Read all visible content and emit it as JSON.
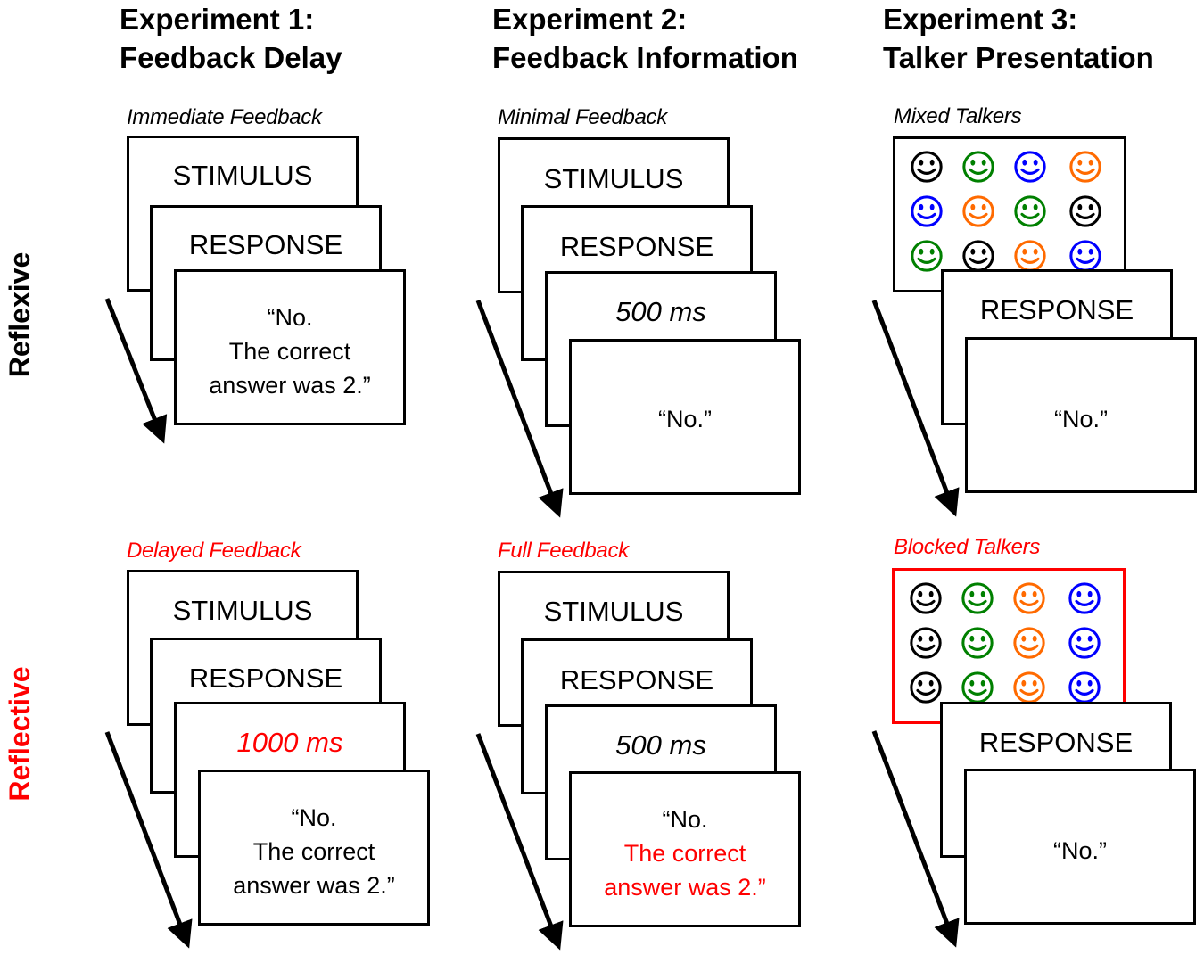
{
  "columns": [
    {
      "line1": "Experiment 1:",
      "line2": "Feedback Delay"
    },
    {
      "line1": "Experiment 2:",
      "line2": "Feedback Information"
    },
    {
      "line1": "Experiment 3:",
      "line2": "Talker Presentation"
    }
  ],
  "rows": {
    "reflexive": "Reflexive",
    "reflective": "Reflective"
  },
  "panels": {
    "e1_top": {
      "condition": "Immediate Feedback",
      "stimulus": "STIMULUS",
      "response": "RESPONSE",
      "fb1": "“No.",
      "fb2": "The correct",
      "fb3": "answer was 2.”"
    },
    "e1_bottom": {
      "condition": "Delayed Feedback",
      "stimulus": "STIMULUS",
      "response": "RESPONSE",
      "delay": "1000 ms",
      "fb1": "“No.",
      "fb2": "The correct",
      "fb3": "answer was 2.”"
    },
    "e2_top": {
      "condition": "Minimal Feedback",
      "stimulus": "STIMULUS",
      "response": "RESPONSE",
      "delay": "500 ms",
      "fb": "“No.”"
    },
    "e2_bottom": {
      "condition": "Full Feedback",
      "stimulus": "STIMULUS",
      "response": "RESPONSE",
      "delay": "500 ms",
      "fb1": "“No.",
      "fb2": "The correct",
      "fb3": "answer was 2.”"
    },
    "e3_top": {
      "condition": "Mixed Talkers",
      "response": "RESPONSE",
      "fb": "“No.”",
      "faces": [
        [
          "black",
          "green",
          "blue",
          "orange"
        ],
        [
          "blue",
          "orange",
          "green",
          "black"
        ],
        [
          "green",
          "black",
          "orange",
          "blue"
        ]
      ]
    },
    "e3_bottom": {
      "condition": "Blocked Talkers",
      "response": "RESPONSE",
      "fb": "“No.”",
      "faces": [
        [
          "black",
          "green",
          "orange",
          "blue"
        ],
        [
          "black",
          "green",
          "orange",
          "blue"
        ],
        [
          "black",
          "green",
          "orange",
          "blue"
        ]
      ]
    }
  },
  "colors": {
    "highlight": "#ff0000",
    "black": "#000000",
    "green": "#008000",
    "blue": "#0000ff",
    "orange": "#ff6a00"
  },
  "icons": {
    "face": "smiley-face-icon",
    "arrow": "sequence-arrow-icon"
  }
}
